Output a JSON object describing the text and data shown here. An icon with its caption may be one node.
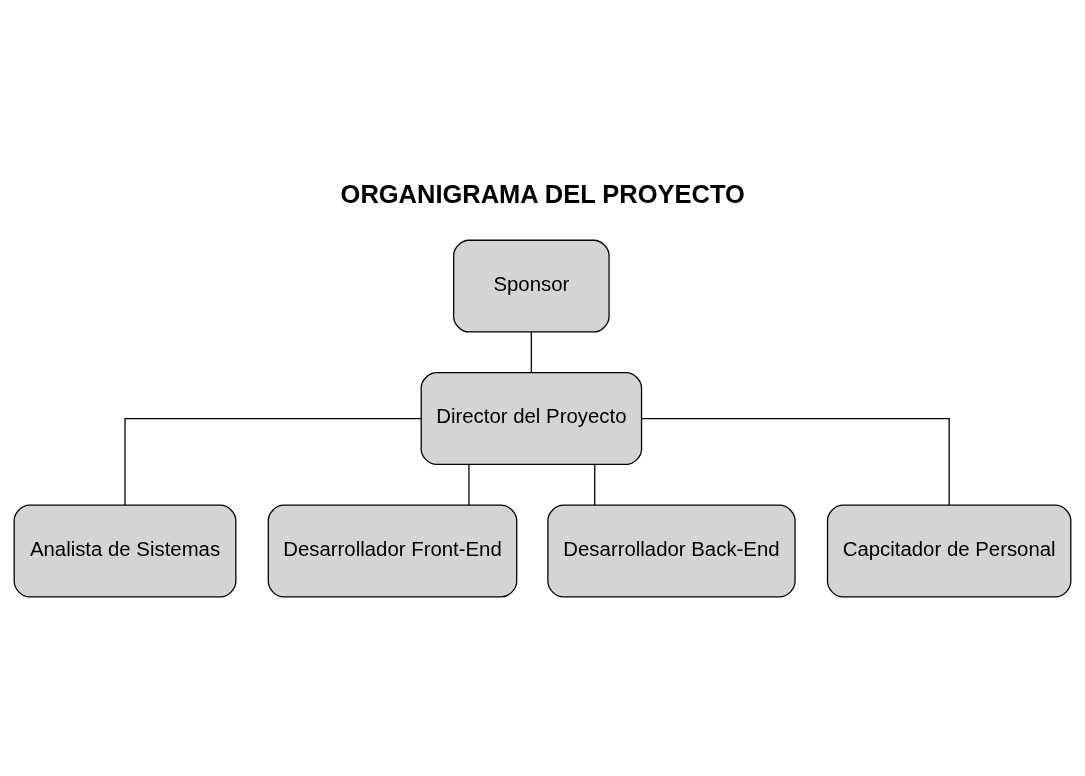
{
  "diagram": {
    "title": "ORGANIGRAMA DEL PROYECTO",
    "nodes": [
      {
        "text": [
          "Sponsor"
        ]
      },
      {
        "text": [
          "Director del Proyecto"
        ]
      },
      {
        "text": [
          "Analista de Sistemas"
        ]
      },
      {
        "text": [
          "Desarrollador Front-End"
        ]
      },
      {
        "text": [
          "Desarrollador Back-End"
        ]
      },
      {
        "text": [
          "Capcitador de Personal"
        ]
      }
    ],
    "edges": [
      {
        "from": 0,
        "to": 1,
        "arrow": "none"
      },
      {
        "from": 1,
        "to": 2,
        "arrow": "none"
      },
      {
        "from": 1,
        "to": 3,
        "arrow": "none"
      },
      {
        "from": 1,
        "to": 4,
        "arrow": "none"
      },
      {
        "from": 1,
        "to": 5,
        "arrow": "none"
      }
    ]
  }
}
